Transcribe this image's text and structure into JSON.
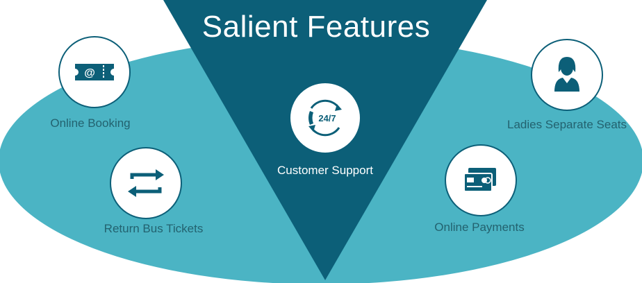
{
  "title": "Salient Features",
  "colors": {
    "ellipse": "#4bb4c4",
    "triangle": "#0c5f78",
    "icon": "#0c5f78",
    "label_text": "#23626f"
  },
  "features": [
    {
      "label": "Online Booking",
      "icon": "ticket-icon"
    },
    {
      "label": "Return Bus Tickets",
      "icon": "return-arrows-icon"
    },
    {
      "label": "Customer Support",
      "icon": "support-24-7-icon"
    },
    {
      "label": "Ladies Separate Seats",
      "icon": "woman-icon"
    },
    {
      "label": "Online Payments",
      "icon": "credit-card-icon"
    }
  ],
  "support_badge_text": "24/7"
}
